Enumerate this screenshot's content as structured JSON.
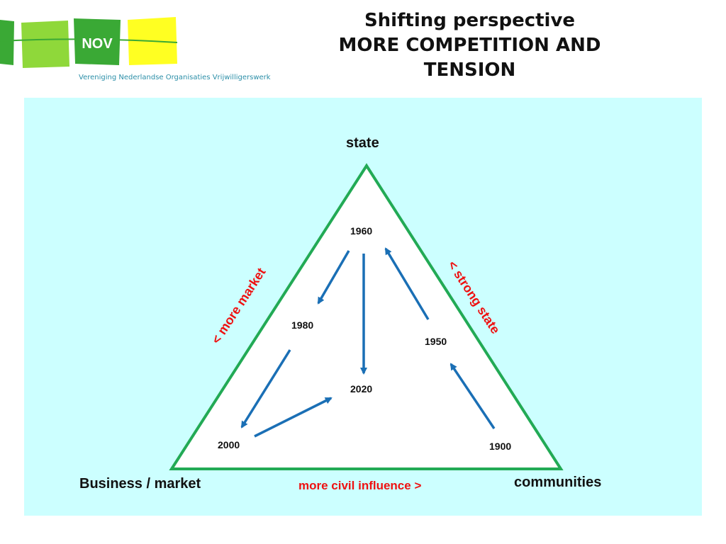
{
  "header": {
    "title_line1": "Shifting perspective",
    "title_line2": "MORE COMPETITION AND",
    "title_line3": "TENSION"
  },
  "logo": {
    "text": "NOV",
    "tagline": "Vereniging Nederlandse Organisaties Vrijwilligerswerk",
    "colors": [
      "#3aa935",
      "#8fd83a",
      "#ffff22"
    ]
  },
  "diagram": {
    "vertices": {
      "top": "state",
      "bottom_left": "Business / market",
      "bottom_right": "communities"
    },
    "edge_labels": {
      "left": "< more market",
      "right": "< strong state",
      "bottom": "more civil influence >"
    },
    "years": {
      "y1900": "1900",
      "y1950": "1950",
      "y1960": "1960",
      "y1980": "1980",
      "y2000": "2000",
      "y2020": "2020"
    },
    "arrows": [
      {
        "from": "1900",
        "to": "1950"
      },
      {
        "from": "1950",
        "to": "1960"
      },
      {
        "from": "1960",
        "to": "1980"
      },
      {
        "from": "1980",
        "to": "2000"
      },
      {
        "from": "2000",
        "to": "2020"
      },
      {
        "from": "1960",
        "to": "2020"
      }
    ],
    "colors": {
      "panel": "#ccffff",
      "triangle": "#22aa55",
      "arrow": "#1a6fb5",
      "emphasis": "#ee1111"
    }
  }
}
